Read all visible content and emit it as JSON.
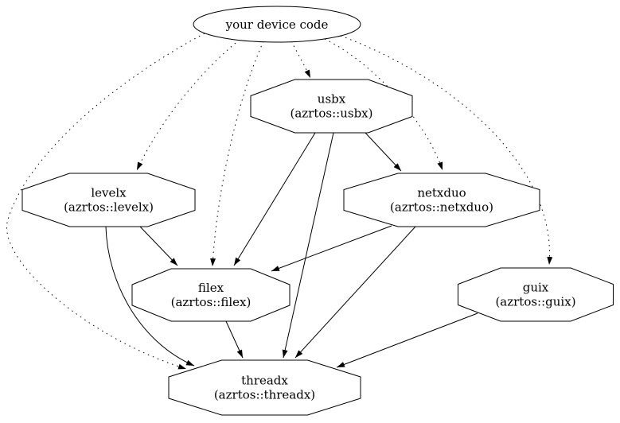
{
  "diagram": {
    "type": "dependency-graph",
    "background": "#ffffff",
    "colors": {
      "node_stroke": "#000000",
      "node_fill": "#ffffff",
      "edge": "#000000",
      "text": "#000000"
    },
    "nodes": {
      "device": {
        "label": "your device code",
        "shape": "ellipse"
      },
      "usbx": {
        "label": "usbx",
        "sublabel": "(azrtos::usbx)",
        "shape": "octagon"
      },
      "levelx": {
        "label": "levelx",
        "sublabel": "(azrtos::levelx)",
        "shape": "octagon"
      },
      "netxduo": {
        "label": "netxduo",
        "sublabel": "(azrtos::netxduo)",
        "shape": "octagon"
      },
      "filex": {
        "label": "filex",
        "sublabel": "(azrtos::filex)",
        "shape": "octagon"
      },
      "guix": {
        "label": "guix",
        "sublabel": "(azrtos::guix)",
        "shape": "octagon"
      },
      "threadx": {
        "label": "threadx",
        "sublabel": "(azrtos::threadx)",
        "shape": "octagon"
      }
    },
    "edges": [
      {
        "from": "device",
        "to": "usbx",
        "style": "dotted"
      },
      {
        "from": "device",
        "to": "levelx",
        "style": "dotted"
      },
      {
        "from": "device",
        "to": "netxduo",
        "style": "dotted"
      },
      {
        "from": "device",
        "to": "filex",
        "style": "dotted"
      },
      {
        "from": "device",
        "to": "guix",
        "style": "dotted"
      },
      {
        "from": "device",
        "to": "threadx",
        "style": "dotted"
      },
      {
        "from": "usbx",
        "to": "netxduo",
        "style": "solid"
      },
      {
        "from": "usbx",
        "to": "filex",
        "style": "solid"
      },
      {
        "from": "usbx",
        "to": "threadx",
        "style": "solid"
      },
      {
        "from": "levelx",
        "to": "filex",
        "style": "solid"
      },
      {
        "from": "levelx",
        "to": "threadx",
        "style": "solid"
      },
      {
        "from": "netxduo",
        "to": "filex",
        "style": "solid"
      },
      {
        "from": "netxduo",
        "to": "threadx",
        "style": "solid"
      },
      {
        "from": "filex",
        "to": "threadx",
        "style": "solid"
      },
      {
        "from": "guix",
        "to": "threadx",
        "style": "solid"
      }
    ]
  }
}
